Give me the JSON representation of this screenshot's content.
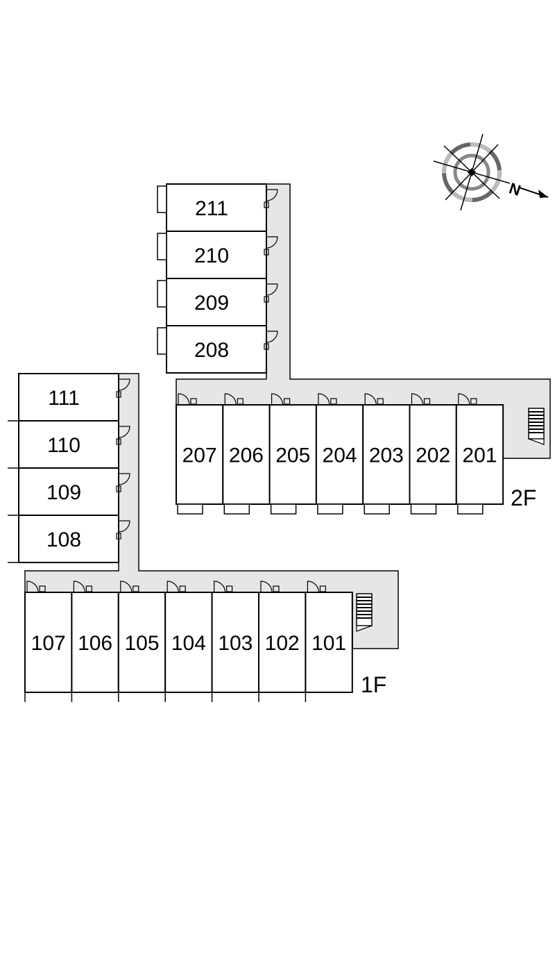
{
  "compass": {
    "icon": "north-arrow-icon",
    "label": "N"
  },
  "floors": [
    {
      "name": "2F",
      "rooms_vertical": [
        "211",
        "210",
        "209",
        "208"
      ],
      "rooms_horizontal": [
        "207",
        "206",
        "205",
        "204",
        "203",
        "202",
        "201"
      ]
    },
    {
      "name": "1F",
      "rooms_vertical": [
        "111",
        "110",
        "109",
        "108"
      ],
      "rooms_horizontal": [
        "107",
        "106",
        "105",
        "104",
        "103",
        "102",
        "101"
      ]
    }
  ],
  "colors": {
    "corridor": "#e6e6e6",
    "line": "#000000",
    "background": "#ffffff"
  }
}
